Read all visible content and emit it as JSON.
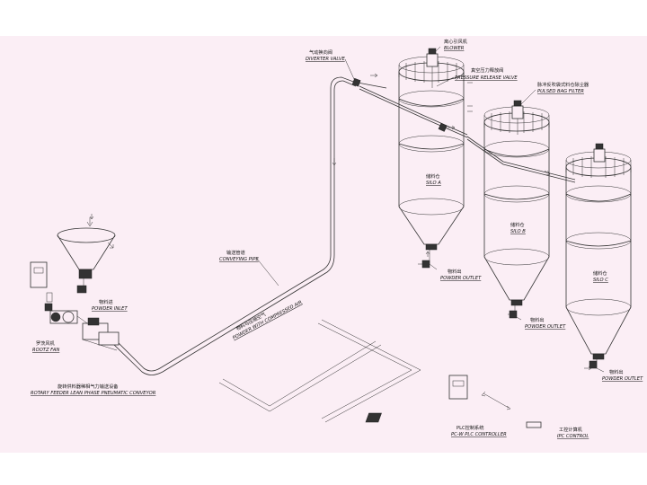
{
  "colors": {
    "background": "#fbeef5",
    "ink": "#333333",
    "border": "#ffffff"
  },
  "labels": {
    "blower_cn": "离心引风机",
    "blower_en": "BLOWER",
    "diverter_cn": "气动换向阀",
    "diverter_en": "DIVERTER VALVE",
    "pressure_cn": "真空压力释放阀",
    "pressure_en": "PRESSURE RELEASE VALVE",
    "filter_cn": "脉冲反吹袋式料仓除尘器",
    "filter_en": "PULSED BAG FILTER",
    "silo_a_cn": "储料仓",
    "silo_a_en": "SILO A",
    "silo_b_cn": "储料仓",
    "silo_b_en": "SILO B",
    "silo_c_cn": "储料仓",
    "silo_c_en": "SILO C",
    "outlet_a_cn": "物料出",
    "outlet_a_en": "POWDER OUTLET",
    "outlet_b_cn": "物料出",
    "outlet_b_en": "POWDER OUTLET",
    "outlet_c_cn": "物料出",
    "outlet_c_en": "POWDER OUTLET",
    "inlet_cn": "物料进",
    "inlet_en": "POWDER INLET",
    "pipe_cn": "输送管道",
    "pipe_en": "CONVEYING PIPE",
    "mix_cn": "物料与压缩空气",
    "mix_en": "POWDER WITH COMPRESSED AIR",
    "fan_cn": "罗茨风机",
    "fan_en": "ROOTZ FAN",
    "system_cn": "旋转供料器稀相气力输送设备",
    "system_en": "ROTARY FEEDER LEAN PHASE PNEUMATIC CONVEYOR",
    "plc_cn": "PLC控制系统",
    "plc_en": "PC-W PLC CONTROLLER",
    "ipc_cn": "工控计算机",
    "ipc_en": "IPC CONTROL"
  }
}
